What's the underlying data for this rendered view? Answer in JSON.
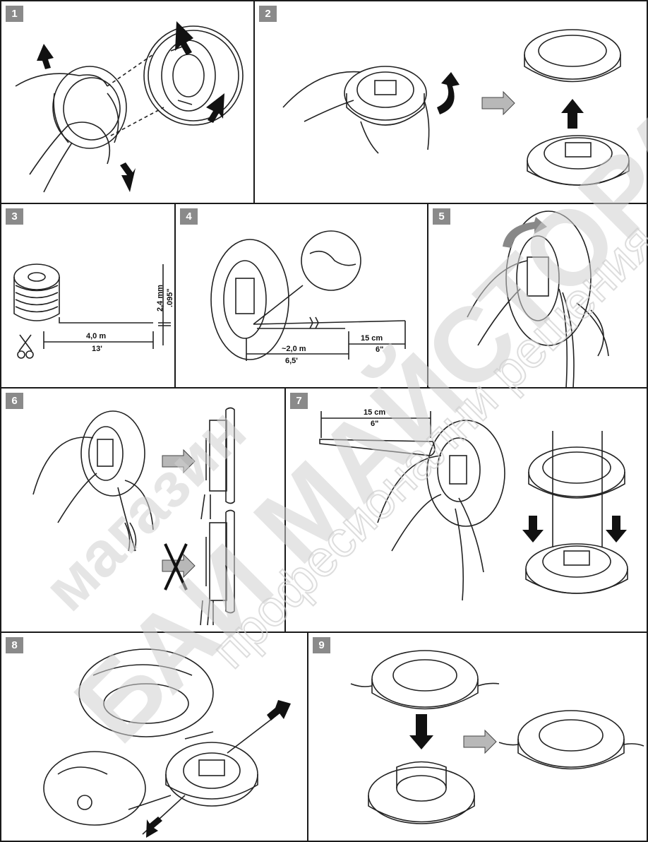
{
  "steps": [
    {
      "number": "1"
    },
    {
      "number": "2"
    },
    {
      "number": "3",
      "dimensions": {
        "line_length_m": "4,0 m",
        "line_length_ft": "13'",
        "diameter_mm": "2,4 mm",
        "diameter_in": ".095\""
      }
    },
    {
      "number": "4",
      "dimensions": {
        "length_m": "~2,0 m",
        "length_ft": "6,5'",
        "end_cm": "15 cm",
        "end_in": "6\""
      }
    },
    {
      "number": "5"
    },
    {
      "number": "6"
    },
    {
      "number": "7",
      "dimensions": {
        "end_cm": "15 cm",
        "end_in": "6\""
      }
    },
    {
      "number": "8"
    },
    {
      "number": "9"
    }
  ],
  "watermark": {
    "line1": "магазин",
    "line2": "БАИ МАЙСТОРА",
    "line3": "професионални решения"
  },
  "colors": {
    "border": "#1a1a1a",
    "badge": "#8a8a8a",
    "arrow_grey": "#b8b8b8",
    "watermark": "#d9d9d9"
  },
  "icons": [
    "hand-icon",
    "spool-icon",
    "arrow-icon",
    "scissors-icon",
    "cross-icon"
  ]
}
